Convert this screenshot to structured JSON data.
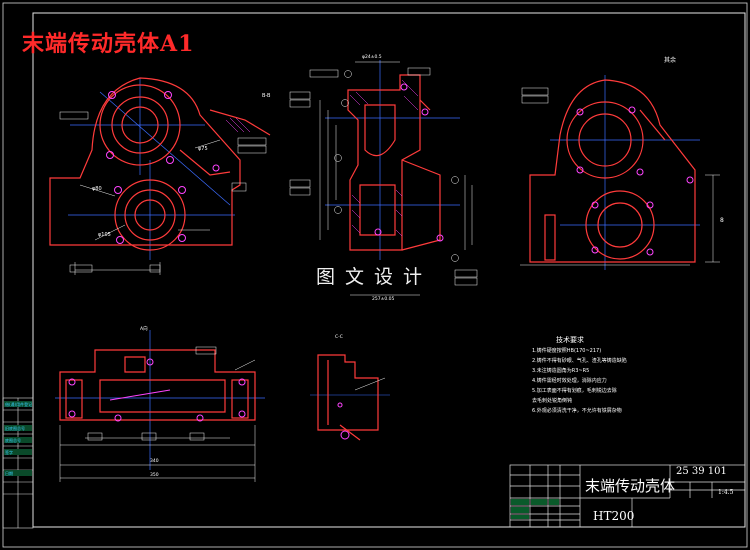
{
  "drawing": {
    "title": "末端传动壳体A1",
    "watermark": "图文设计",
    "part_name": "末端传动壳体",
    "part_code": "25 39 101",
    "material": "HT200",
    "scale": "1:4.5",
    "tech_requirements_title": "技术要求",
    "tech_requirements": [
      "1.铸件硬度按照HB(170~217)",
      "2.铸件不得有砂眼、气孔、渣孔等铸造缺陷",
      "3.未注铸造圆角为R3~R5",
      "4.铸件需经时效处理，消除内应力",
      "5.加工表面不得有划痕，毛刺锐边去除",
      "   去毛刺处锐角倒钝",
      "6.外观必须清洗干净，不允许有铁屑杂物"
    ],
    "top_right_label": "其余",
    "left_strip_labels": [
      "借(通)用件登记",
      "旧底图总号",
      "底图总号",
      "签字",
      "日期"
    ],
    "view_labels": [
      "A向",
      "B-B",
      "C-C"
    ]
  }
}
